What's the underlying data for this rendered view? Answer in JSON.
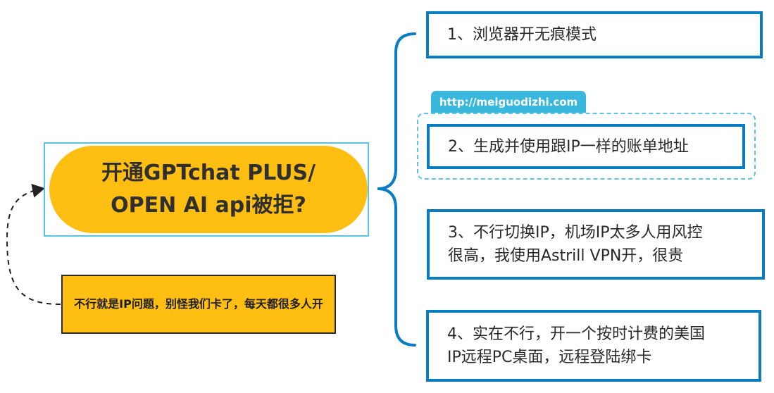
{
  "central_topic": {
    "line1": "开通GPTchat PLUS/",
    "line2": "OPEN AI api被拒?"
  },
  "note": {
    "text": "不行就是IP问题，别怪我们卡了，每天都很多人开"
  },
  "url_tag": {
    "text": "http://meiguodizhi.com"
  },
  "branches": [
    {
      "lines": [
        "1、浏览器开无痕模式"
      ]
    },
    {
      "lines": [
        "2、生成并使用跟IP一样的账单地址"
      ]
    },
    {
      "lines": [
        "3、不行切换IP，机场IP太多人用风控",
        "很高，我使用Astrill VPN开，很贵"
      ]
    },
    {
      "lines": [
        "4、实在不行，开一个按时计费的美国",
        "IP远程PC桌面，远程登陆绑卡"
      ]
    }
  ],
  "colors": {
    "topic_fill": "#ffbf12",
    "branch_border": "#0a7cc3",
    "accent_light_blue": "#5bc4e6",
    "tag_fill": "#39b7dd"
  }
}
